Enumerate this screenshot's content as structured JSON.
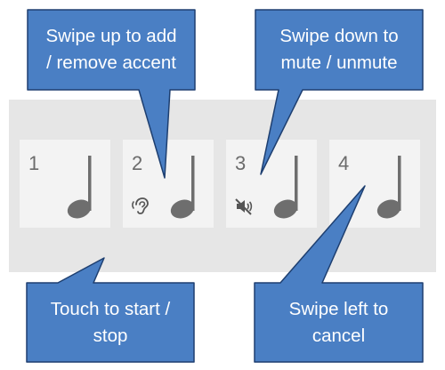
{
  "beats": [
    {
      "number": "1",
      "accent": false,
      "muted": false
    },
    {
      "number": "2",
      "accent": true,
      "muted": false
    },
    {
      "number": "3",
      "accent": false,
      "muted": true
    },
    {
      "number": "4",
      "accent": false,
      "muted": false
    }
  ],
  "callouts": {
    "swipe_up": {
      "line1": "Swipe up to add",
      "line2": "/ remove accent"
    },
    "swipe_down": {
      "line1": "Swipe down to",
      "line2": "mute / unmute"
    },
    "touch": {
      "line1": "Touch to start /",
      "line2": "stop"
    },
    "swipe_left": {
      "line1": "Swipe left to",
      "line2": "cancel"
    }
  },
  "icons": {
    "note": "quarter-note-icon",
    "accent": "ear-icon",
    "mute": "speaker-muted-icon"
  },
  "colors": {
    "callout_fill": "#4a7fc4",
    "callout_border": "#1e3f70",
    "strip": "#e6e6e6",
    "beat_tile": "#f3f3f3",
    "note": "#6e6e6e"
  }
}
